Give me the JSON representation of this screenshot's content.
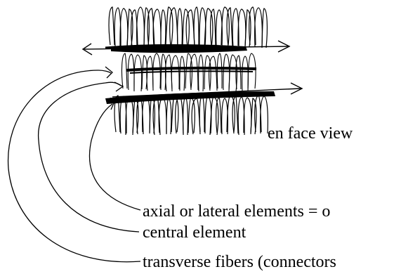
{
  "diagram": {
    "view_label": "en face view",
    "callouts": [
      {
        "text": "axial or lateral elements = o"
      },
      {
        "text": "central element"
      },
      {
        "text": "transverse fibers (connectors"
      }
    ]
  },
  "colors": {
    "ink": "#000000",
    "background": "#ffffff"
  }
}
